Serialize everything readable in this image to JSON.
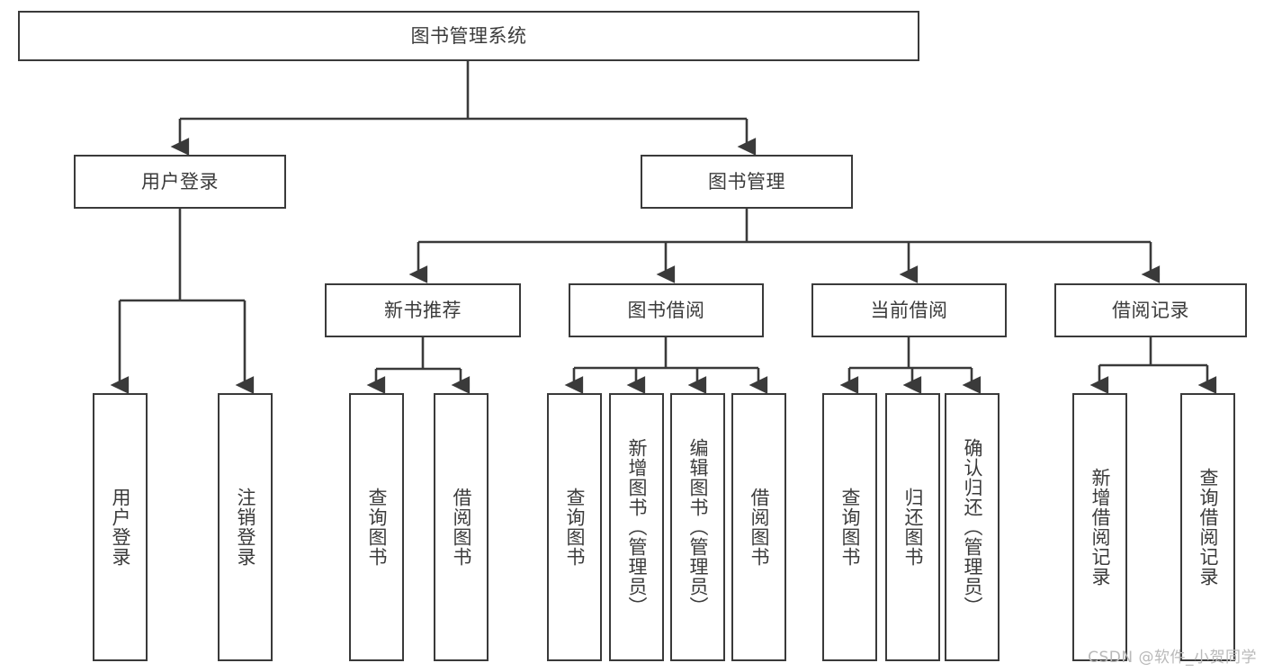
{
  "diagram": {
    "type": "tree-hierarchy-chart",
    "title": "图书管理系统",
    "stroke_color": "#3a3a3a",
    "text_color": "#3b3b3b",
    "background_color": "#ffffff",
    "levels": [
      {
        "level": 1,
        "nodes": [
          {
            "id": "root",
            "label": "图书管理系统",
            "orientation": "horizontal"
          }
        ]
      },
      {
        "level": 2,
        "nodes": [
          {
            "id": "login",
            "label": "用户登录",
            "orientation": "horizontal",
            "parent": "root"
          },
          {
            "id": "bookmgmt",
            "label": "图书管理",
            "orientation": "horizontal",
            "parent": "root"
          }
        ]
      },
      {
        "level": 3,
        "nodes": [
          {
            "id": "newbook",
            "label": "新书推荐",
            "orientation": "horizontal",
            "parent": "bookmgmt"
          },
          {
            "id": "borrow",
            "label": "图书借阅",
            "orientation": "horizontal",
            "parent": "bookmgmt"
          },
          {
            "id": "current",
            "label": "当前借阅",
            "orientation": "horizontal",
            "parent": "bookmgmt"
          },
          {
            "id": "records",
            "label": "借阅记录",
            "orientation": "horizontal",
            "parent": "bookmgmt"
          }
        ]
      },
      {
        "level": 4,
        "nodes": [
          {
            "id": "leaf-1",
            "label": "用户登录",
            "orientation": "vertical",
            "parent": "login"
          },
          {
            "id": "leaf-2",
            "label": "注销登录",
            "orientation": "vertical",
            "parent": "login"
          },
          {
            "id": "leaf-3",
            "label": "查询图书",
            "orientation": "vertical",
            "parent": "newbook"
          },
          {
            "id": "leaf-4",
            "label": "借阅图书",
            "orientation": "vertical",
            "parent": "newbook"
          },
          {
            "id": "leaf-5",
            "label": "查询图书",
            "orientation": "vertical",
            "parent": "borrow"
          },
          {
            "id": "leaf-6",
            "label": "新增图书（管理员）",
            "orientation": "vertical",
            "parent": "borrow"
          },
          {
            "id": "leaf-7",
            "label": "编辑图书（管理员）",
            "orientation": "vertical",
            "parent": "borrow"
          },
          {
            "id": "leaf-8",
            "label": "借阅图书",
            "orientation": "vertical",
            "parent": "borrow"
          },
          {
            "id": "leaf-9",
            "label": "查询图书",
            "orientation": "vertical",
            "parent": "current"
          },
          {
            "id": "leaf-10",
            "label": "归还图书",
            "orientation": "vertical",
            "parent": "current"
          },
          {
            "id": "leaf-11",
            "label": "确认归还（管理员）",
            "orientation": "vertical",
            "parent": "current"
          },
          {
            "id": "leaf-12",
            "label": "新增借阅记录",
            "orientation": "vertical",
            "parent": "records"
          },
          {
            "id": "leaf-13",
            "label": "查询借阅记录",
            "orientation": "vertical",
            "parent": "records"
          }
        ]
      }
    ]
  },
  "watermark": {
    "text": "CSDN @软件_小贺同学"
  }
}
